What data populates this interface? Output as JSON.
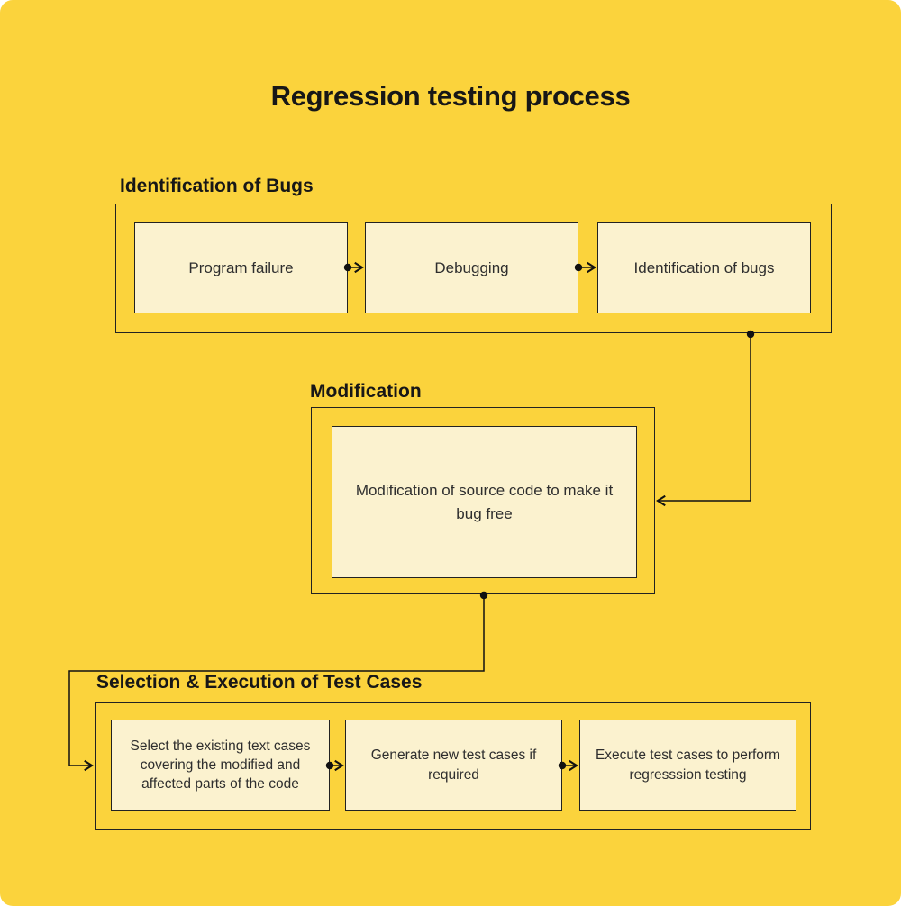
{
  "title": "Regression testing process",
  "colors": {
    "background": "#FBD33C",
    "node_fill": "#FBF2CF",
    "border": "#222222",
    "heading_text": "#171717",
    "node_text": "#2E2E2E"
  },
  "sections": [
    {
      "heading": "Identification of Bugs",
      "boxes": [
        "Program failure",
        "Debugging",
        "Identification of bugs"
      ]
    },
    {
      "heading": "Modification",
      "boxes": [
        "Modification of source code to make it bug free"
      ]
    },
    {
      "heading": "Selection & Execution of Test Cases",
      "boxes": [
        "Select the existing text cases covering the modified and affected parts of the code",
        "Generate new test cases if required",
        "Execute test cases to perform regresssion testing"
      ]
    }
  ],
  "connections": [
    "Program failure -> Debugging",
    "Debugging -> Identification of bugs",
    "Identification of Bugs section -> Modification box",
    "Modification box -> Selection & Execution section",
    "Select the existing text cases -> Generate new test cases",
    "Generate new test cases -> Execute test cases"
  ]
}
